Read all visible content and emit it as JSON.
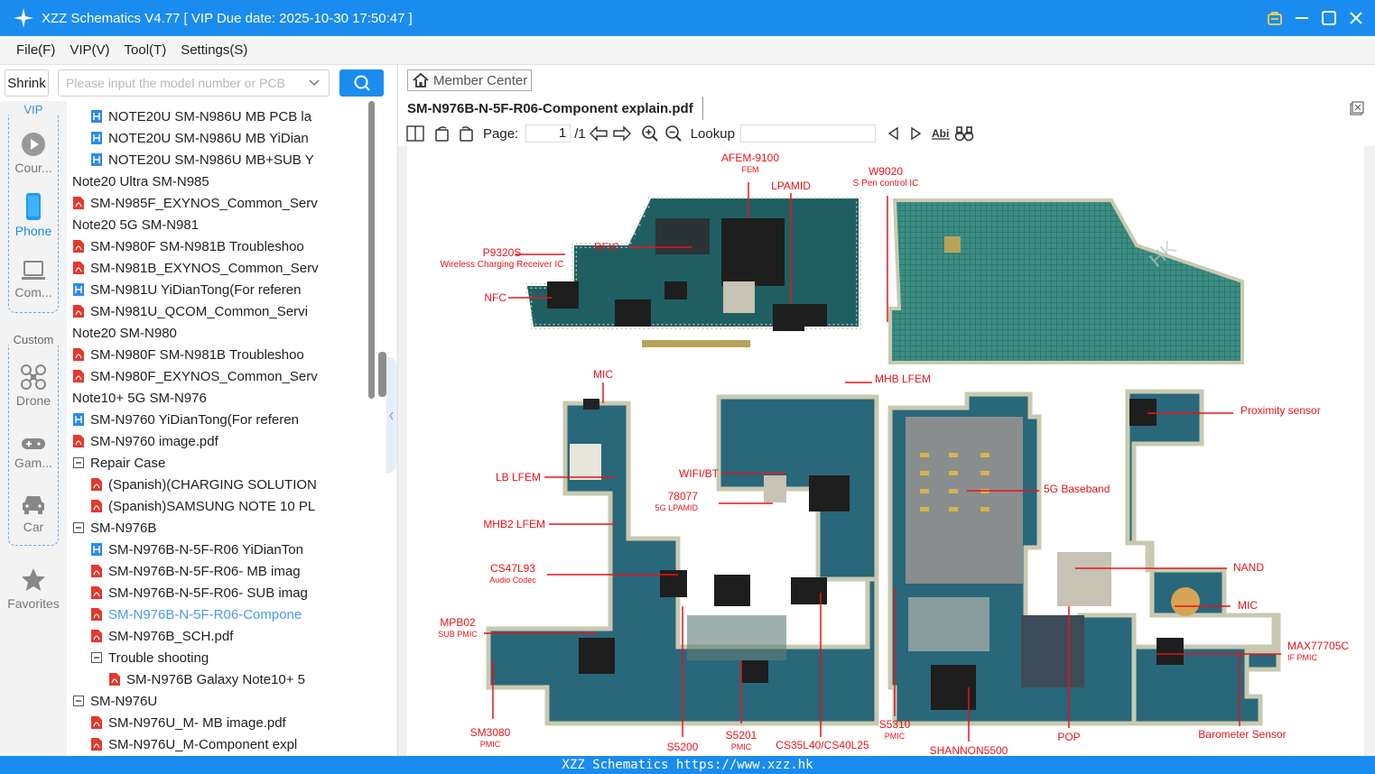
{
  "window": {
    "title": "XZZ Schematics V4.77 [ VIP Due date: 2025-10-30 17:50:47 ]"
  },
  "menu": [
    "File(F)",
    "VIP(V)",
    "Tool(T)",
    "Settings(S)"
  ],
  "toolbar": {
    "shrink": "Shrink",
    "search_placeholder": "Please input the model number or PCB"
  },
  "sidebar": {
    "vip_label": "VIP",
    "custom_label": "Custom",
    "items": [
      {
        "label": "Cour...",
        "icon": "play-circle-icon"
      },
      {
        "label": "Phone",
        "icon": "phone-icon",
        "active": true
      },
      {
        "label": "Com...",
        "icon": "laptop-icon"
      },
      {
        "label": "Drone",
        "icon": "drone-icon"
      },
      {
        "label": "Gam...",
        "icon": "gamepad-icon"
      },
      {
        "label": "Car",
        "icon": "car-icon"
      },
      {
        "label": "Favorites",
        "icon": "star-icon"
      }
    ]
  },
  "tree": [
    {
      "label": "NOTE20U SM-N986U MB PCB la",
      "type": "pcb",
      "level": 3
    },
    {
      "label": "NOTE20U SM-N986U MB YiDian",
      "type": "pcb",
      "level": 3
    },
    {
      "label": "NOTE20U SM-N986U MB+SUB Y",
      "type": "pcb",
      "level": 3
    },
    {
      "label": "Note20 Ultra SM-N985",
      "type": "folder",
      "level": 1
    },
    {
      "label": "SM-N985F_EXYNOS_Common_Serv",
      "type": "pdf",
      "level": 2
    },
    {
      "label": "Note20 5G SM-N981",
      "type": "folder",
      "level": 1
    },
    {
      "label": "SM-N980F SM-N981B Troubleshoo",
      "type": "pdf",
      "level": 2
    },
    {
      "label": "SM-N981B_EXYNOS_Common_Serv",
      "type": "pdf",
      "level": 2
    },
    {
      "label": "SM-N981U YiDianTong(For referen",
      "type": "pcb",
      "level": 2
    },
    {
      "label": "SM-N981U_QCOM_Common_Servi",
      "type": "pdf",
      "level": 2
    },
    {
      "label": "Note20 SM-N980",
      "type": "folder",
      "level": 1
    },
    {
      "label": "SM-N980F SM-N981B Troubleshoo",
      "type": "pdf",
      "level": 2
    },
    {
      "label": "SM-N980F_EXYNOS_Common_Serv",
      "type": "pdf",
      "level": 2
    },
    {
      "label": "Note10+ 5G SM-N976",
      "type": "folder",
      "level": 1
    },
    {
      "label": "SM-N9760 YiDianTong(For referen",
      "type": "pcb",
      "level": 2
    },
    {
      "label": "SM-N9760 image.pdf",
      "type": "pdf",
      "level": 2
    },
    {
      "label": "Repair Case",
      "type": "folder",
      "level": 2
    },
    {
      "label": "(Spanish)(CHARGING SOLUTION",
      "type": "pdf",
      "level": 3
    },
    {
      "label": "(Spanish)SAMSUNG NOTE 10 PL",
      "type": "pdf",
      "level": 3
    },
    {
      "label": "SM-N976B",
      "type": "folder",
      "level": 2
    },
    {
      "label": "SM-N976B-N-5F-R06 YiDianTon",
      "type": "pcb",
      "level": 3
    },
    {
      "label": "SM-N976B-N-5F-R06- MB imag",
      "type": "pdf",
      "level": 3
    },
    {
      "label": "SM-N976B-N-5F-R06- SUB imag",
      "type": "pdf",
      "level": 3
    },
    {
      "label": "SM-N976B-N-5F-R06-Compone",
      "type": "pdf",
      "level": 3,
      "selected": true
    },
    {
      "label": "SM-N976B_SCH.pdf",
      "type": "pdf",
      "level": 3
    },
    {
      "label": "Trouble shooting",
      "type": "folder",
      "level": 3
    },
    {
      "label": "SM-N976B Galaxy Note10+ 5",
      "type": "pdf",
      "level": 4
    },
    {
      "label": "SM-N976U",
      "type": "folder",
      "level": 2
    },
    {
      "label": "SM-N976U_M- MB image.pdf",
      "type": "pdf",
      "level": 3
    },
    {
      "label": "SM-N976U_M-Component expl",
      "type": "pdf",
      "level": 3
    }
  ],
  "viewer": {
    "member_center": "Member Center",
    "doc_tab": "SM-N976B-N-5F-R06-Component explain.pdf",
    "page_label": "Page:",
    "page_current": "1",
    "page_total": "/1",
    "lookup_label": "Lookup"
  },
  "labels": [
    {
      "t": "AFEM-9100",
      "s": "FEM"
    },
    {
      "t": "LPAMID",
      "s": ""
    },
    {
      "t": "W9020",
      "s": "S Pen control IC"
    },
    {
      "t": "RFIC",
      "s": ""
    },
    {
      "t": "P9320S",
      "s": "Wireless Charging Receiver IC"
    },
    {
      "t": "NFC",
      "s": ""
    },
    {
      "t": "MIC",
      "s": ""
    },
    {
      "t": "MHB LFEM",
      "s": ""
    },
    {
      "t": "Proximity sensor",
      "s": ""
    },
    {
      "t": "WIFI/BT",
      "s": ""
    },
    {
      "t": "LB LFEM",
      "s": ""
    },
    {
      "t": "78077",
      "s": "5G LPAMID"
    },
    {
      "t": "5G Baseband",
      "s": ""
    },
    {
      "t": "MHB2 LFEM",
      "s": ""
    },
    {
      "t": "CS47L93",
      "s": "Audio Codec"
    },
    {
      "t": "NAND",
      "s": ""
    },
    {
      "t": "MIC",
      "s": ""
    },
    {
      "t": "MPB02",
      "s": "SUB PMIC"
    },
    {
      "t": "MAX77705C",
      "s": "IF PMIC"
    },
    {
      "t": "SM3080",
      "s": "PMIC"
    },
    {
      "t": "S5200",
      "s": ""
    },
    {
      "t": "S5201",
      "s": "PMIC"
    },
    {
      "t": "CS35L40/CS40L25",
      "s": ""
    },
    {
      "t": "S5310",
      "s": "PMIC"
    },
    {
      "t": "SHANNON5500",
      "s": ""
    },
    {
      "t": "POP",
      "s": ""
    },
    {
      "t": "Barometer Sensor",
      "s": ""
    }
  ],
  "watermark": "HK",
  "status": "XZZ Schematics https://www.xzz.hk",
  "colors": {
    "accent": "#1a8cf0",
    "callout": "#e8141b",
    "pcb": "#1f5f62"
  }
}
